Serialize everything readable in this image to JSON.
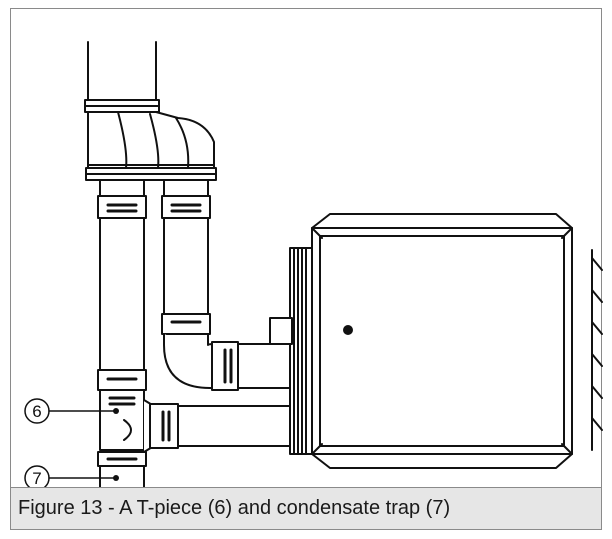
{
  "figure": {
    "caption": "Figure 13 - A T-piece (6) and condensate trap (7)",
    "callouts": [
      {
        "id": "6",
        "label": "6"
      },
      {
        "id": "7",
        "label": "7"
      }
    ]
  },
  "colors": {
    "line": "#111111",
    "caption_bg": "#e6e6e6",
    "frame": "#8a8a8a"
  }
}
